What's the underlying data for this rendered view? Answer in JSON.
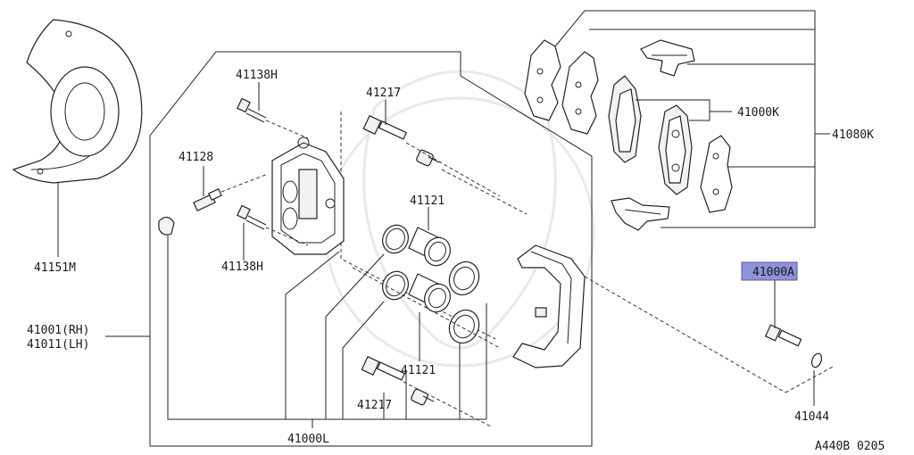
{
  "labels": {
    "p41151M": "41151M",
    "p41138H_top": "41138H",
    "p41217_top": "41217",
    "p41128": "41128",
    "p41138H_mid": "41138H",
    "p41121_top": "41121",
    "p41121_bot": "41121",
    "p41217_bot": "41217",
    "p41000L": "41000L",
    "p41001RH": "41001(RH)",
    "p41011LH": "41011(LH)",
    "p41000K": "41000K",
    "p41080K": "41080K",
    "p41000A": "41000A",
    "p41044": "41044",
    "figure_code": "A440B 0205"
  },
  "colors": {
    "highlight": "#8f92d8",
    "ink": "#222222"
  }
}
